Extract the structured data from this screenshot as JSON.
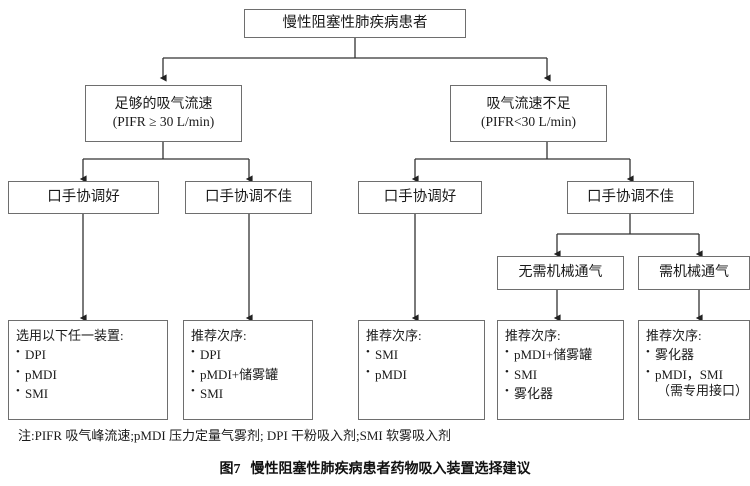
{
  "figure": {
    "root": {
      "label": "慢性阻塞性肺疾病患者"
    },
    "level2": [
      {
        "label": "足够的吸气流速",
        "sub": "(PIFR ≥ 30 L/min)"
      },
      {
        "label": "吸气流速不足",
        "sub": "(PIFR<30 L/min)"
      }
    ],
    "level3": [
      {
        "label": "口手协调好"
      },
      {
        "label": "口手协调不佳"
      },
      {
        "label": "口手协调好"
      },
      {
        "label": "口手协调不佳"
      }
    ],
    "level4": [
      {
        "label": "无需机械通气"
      },
      {
        "label": "需机械通气"
      }
    ],
    "leaves": [
      {
        "title": "选用以下任一装置:",
        "items": [
          "DPI",
          "pMDI",
          "SMI"
        ]
      },
      {
        "title": "推荐次序:",
        "items": [
          "DPI",
          "pMDI+储雾罐",
          "SMI"
        ]
      },
      {
        "title": "推荐次序:",
        "items": [
          "SMI",
          "pMDI"
        ]
      },
      {
        "title": "推荐次序:",
        "items": [
          "pMDI+储雾罐",
          "SMI",
          "雾化器"
        ]
      },
      {
        "title": "推荐次序:",
        "items": [
          "雾化器",
          "pMDI，SMI"
        ],
        "items_cont": [
          null,
          "（需专用接口）"
        ]
      }
    ],
    "footnote": "注:PIFR 吸气峰流速;pMDI 压力定量气雾剂; DPI 干粉吸入剂;SMI 软雾吸入剂",
    "caption_number": "图7",
    "caption_text": "慢性阻塞性肺疾病患者药物吸入装置选择建议",
    "colors": {
      "box_border": "#6e6e6e",
      "connector": "#333333",
      "text": "#1a1a1a",
      "background": "#ffffff"
    }
  }
}
